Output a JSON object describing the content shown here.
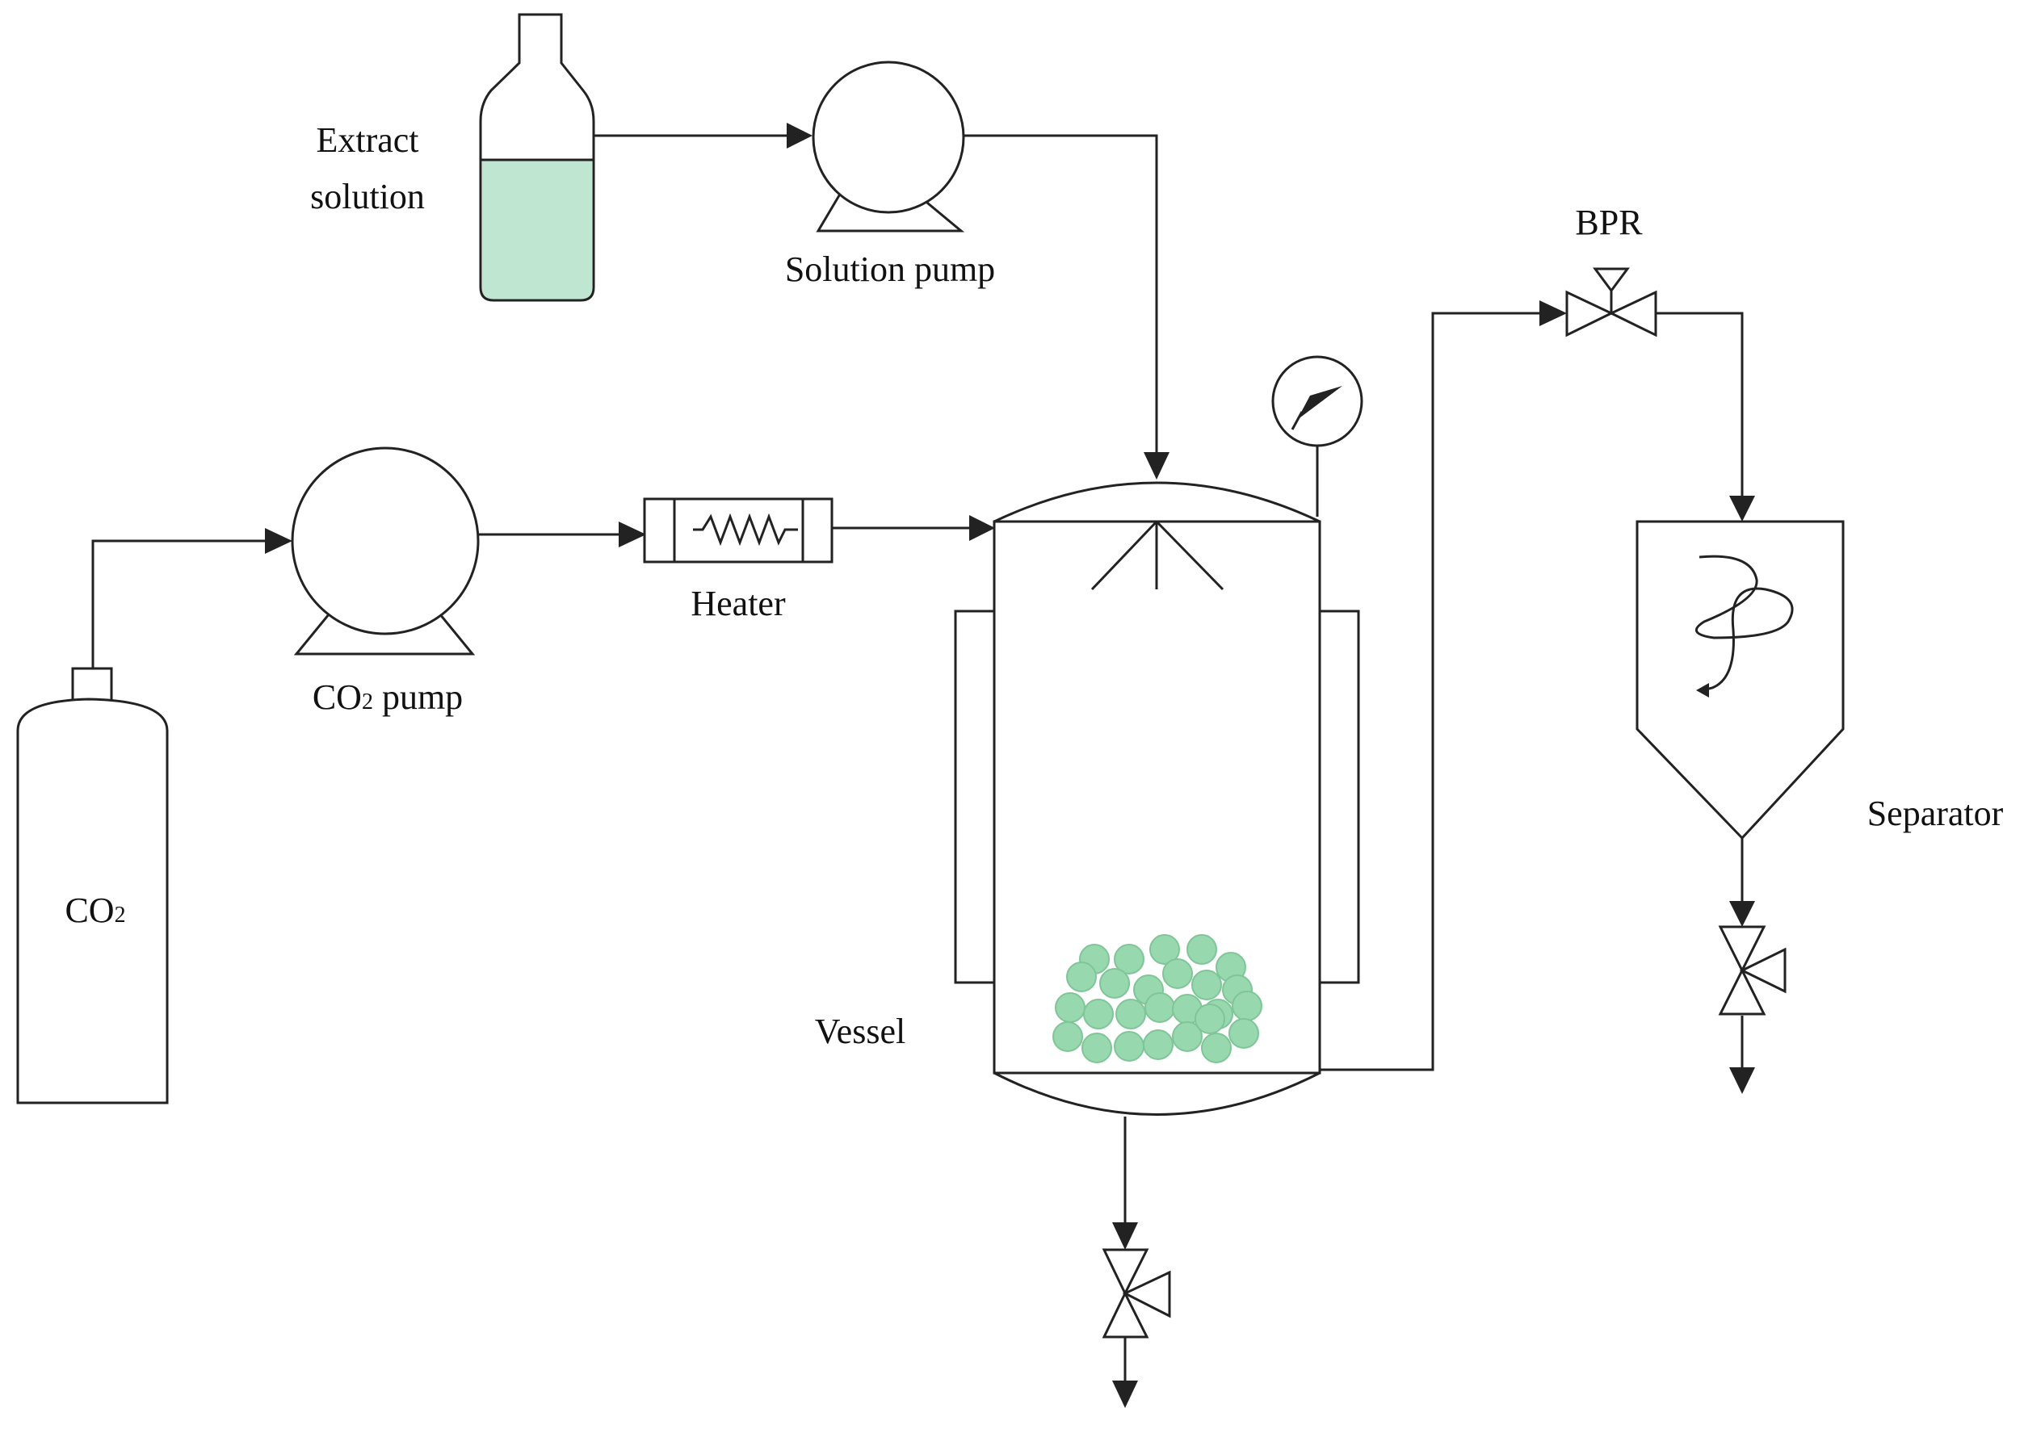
{
  "labels": {
    "extract_solution_line1": "Extract",
    "extract_solution_line2": "solution",
    "solution_pump": "Solution pump",
    "co2_pump_prefix": "CO",
    "co2_pump_sub": "2",
    "co2_pump_suffix": " pump",
    "co2_tank_prefix": "CO",
    "co2_tank_sub": "2",
    "heater": "Heater",
    "vessel": "Vessel",
    "bpr": "BPR",
    "separator": "Separator"
  },
  "colors": {
    "liquid": "#bfe6d0",
    "beads_fill": "#98d8ae",
    "beads_stroke": "#7fc598"
  }
}
